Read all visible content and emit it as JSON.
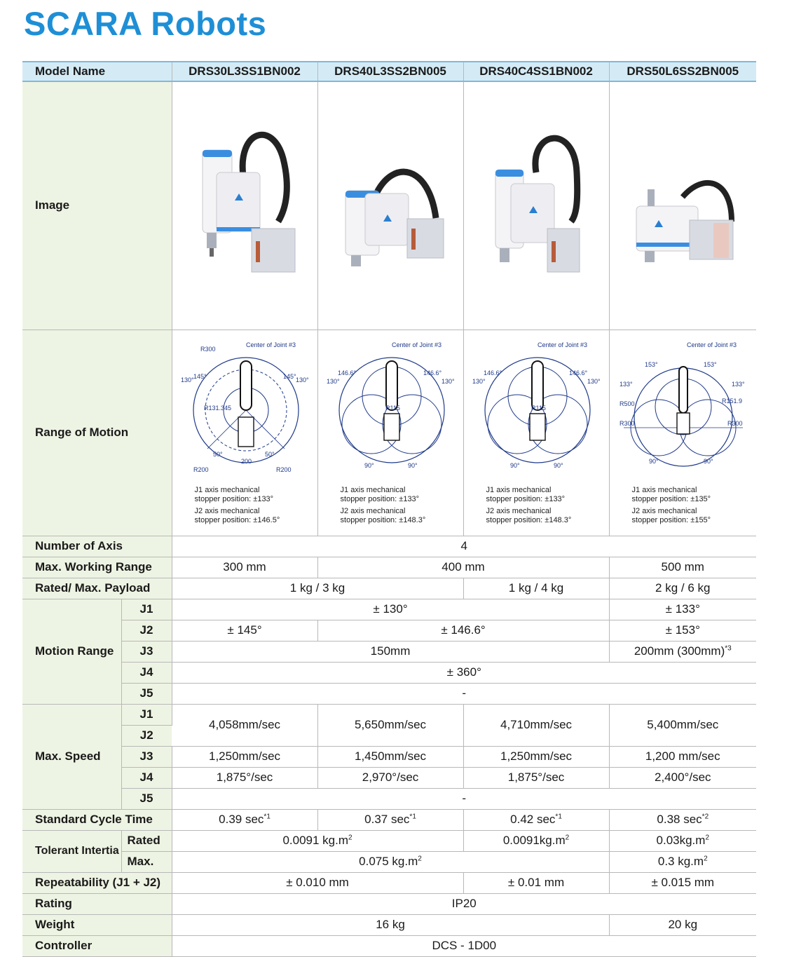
{
  "title": "SCARA Robots",
  "headers": {
    "model_name": "Model Name",
    "models": [
      "DRS30L3SS1BN002",
      "DRS40L3SS2BN005",
      "DRS40C4SS1BN002",
      "DRS50L6SS2BN005"
    ]
  },
  "labels": {
    "image": "Image",
    "range_of_motion": "Range of Motion",
    "number_of_axis": "Number of Axis",
    "max_working_range": "Max. Working Range",
    "payload": "Rated/ Max. Payload",
    "motion_range": "Motion Range",
    "max_speed": "Max. Speed",
    "cycle_time": "Standard Cycle Time",
    "tolerant_inertia": "Tolerant Intertia",
    "rated": "Rated",
    "max": "Max.",
    "repeatability": "Repeatability (J1 + J2)",
    "rating": "Rating",
    "weight": "Weight",
    "controller": "Controller",
    "j1": "J1",
    "j2": "J2",
    "j3": "J3",
    "j4": "J4",
    "j5": "J5"
  },
  "diagrams": [
    {
      "center": "Center of Joint #3",
      "r_outer": "R300",
      "r_inner": "R131.345",
      "a_left": "130°",
      "a_mid_left": "145°",
      "a_mid_right": "145°",
      "a_right": "130°",
      "bottom_left": "50°",
      "bottom_right": "50°",
      "bottom_mid": "200",
      "r_bl": "R200",
      "r_br": "R200",
      "note1a": "J1 axis mechanical",
      "note1b": "stopper position: ±133°",
      "note2a": "J2 axis mechanical",
      "note2b": "stopper position: ±146.5°"
    },
    {
      "center": "Center of Joint #3",
      "r_inner": "R115",
      "a_left": "130°",
      "a_mid_left": "146.6°",
      "a_mid_right": "146.6°",
      "a_right": "130°",
      "bottom_left": "90°",
      "bottom_right": "90°",
      "note1a": "J1 axis mechanical",
      "note1b": "stopper position: ±133°",
      "note2a": "J2 axis mechanical",
      "note2b": "stopper position: ±148.3°"
    },
    {
      "center": "Center of Joint #3",
      "r_inner": "R115",
      "a_left": "130°",
      "a_mid_left": "146.6°",
      "a_mid_right": "146.6°",
      "a_right": "130°",
      "bottom_left": "90°",
      "bottom_right": "90°",
      "note1a": "J1 axis mechanical",
      "note1b": "stopper position: ±133°",
      "note2a": "J2 axis mechanical",
      "note2b": "stopper position: ±148.3°"
    },
    {
      "center": "Center of Joint #3",
      "r_outer": "R500",
      "r_inner": "R151.9",
      "r_left": "R300",
      "r_right": "R300",
      "a_left": "133°",
      "a_mid_left": "153°",
      "a_mid_right": "153°",
      "a_right": "133°",
      "bottom_left": "90°",
      "bottom_right": "90°",
      "note1a": "J1 axis mechanical",
      "note1b": "stopper position: ±135°",
      "note2a": "J2 axis mechanical",
      "note2b": "stopper position: ±155°"
    }
  ],
  "values": {
    "number_of_axis": "4",
    "working_range": [
      "300 mm",
      "400 mm",
      "500 mm"
    ],
    "payload": [
      "1 kg / 3 kg",
      "1 kg / 4 kg",
      "2 kg / 6 kg"
    ],
    "motion_j1": [
      "± 130°",
      "± 133°"
    ],
    "motion_j2": [
      "± 145°",
      "± 146.6°",
      "± 153°"
    ],
    "motion_j3": [
      "150mm",
      "200mm (300mm)",
      "*3"
    ],
    "motion_j4": "± 360°",
    "motion_j5": "-",
    "speed_j1j2": [
      "4,058mm/sec",
      "5,650mm/sec",
      "4,710mm/sec",
      "5,400mm/sec"
    ],
    "speed_j3": [
      "1,250mm/sec",
      "1,450mm/sec",
      "1,250mm/sec",
      "1,200 mm/sec"
    ],
    "speed_j4": [
      "1,875°/sec",
      "2,970°/sec",
      "1,875°/sec",
      "2,400°/sec"
    ],
    "speed_j5": "-",
    "cycle": [
      "0.39 sec",
      "*1",
      "0.37 sec",
      "*1",
      "0.42 sec",
      "*1",
      "0.38 sec",
      "*2"
    ],
    "inertia_rated": [
      "0.0091 kg.m",
      "0.0091kg.m",
      "0.03kg.m"
    ],
    "inertia_max": [
      "0.075 kg.m",
      "0.3 kg.m"
    ],
    "sq": "2",
    "repeatability": [
      "± 0.010 mm",
      "± 0.01 mm",
      "± 0.015 mm"
    ],
    "rating": "IP20",
    "weight": [
      "16 kg",
      "20 kg"
    ],
    "controller": "DCS - 1D00"
  },
  "colors": {
    "title": "#1e8fd6",
    "header_bg": "#d4ebf6",
    "label_bg": "#eef4e3",
    "diagram": "#1f3a8a"
  },
  "icons": [
    "scara-robot-image",
    "range-of-motion-diagram"
  ]
}
